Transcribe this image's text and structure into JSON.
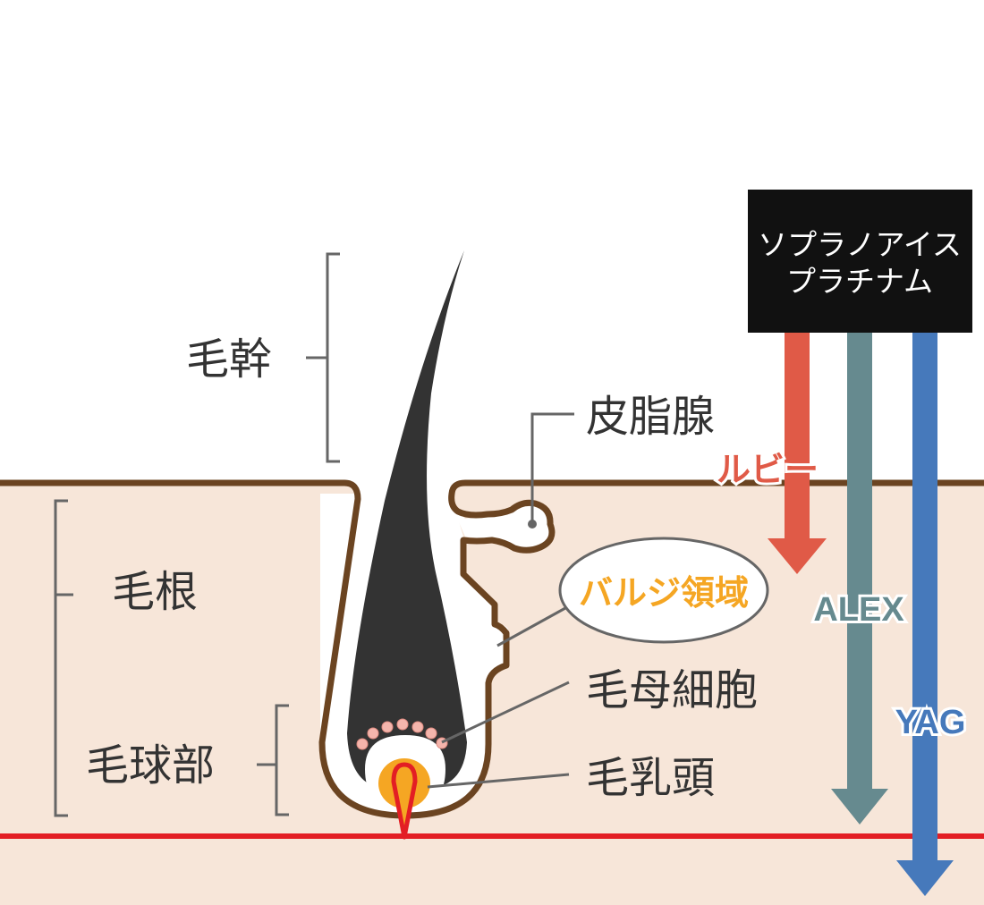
{
  "labels": {
    "hair_shaft": "毛幹",
    "sebaceous_gland": "皮脂腺",
    "hair_root": "毛根",
    "bulge_region": "バルジ領域",
    "hair_matrix_cells": "毛母細胞",
    "hair_bulb": "毛球部",
    "dermal_papilla": "毛乳頭"
  },
  "device_box": {
    "line1": "ソプラノアイス",
    "line2": "プラチナム"
  },
  "lasers": [
    {
      "name": "ルビー",
      "color": "#e05a47"
    },
    {
      "name": "ALEX",
      "color": "#668a8f"
    },
    {
      "name": "YAG",
      "color": "#4679bb"
    }
  ],
  "colors": {
    "skin": "#f7e6d9",
    "skin_outline": "#6b4421",
    "hair": "#333333",
    "bracket": "#666666",
    "blood_vessel": "#e31e24",
    "papilla_outer": "#f5a623",
    "matrix_cells": "#f4b5ac",
    "bulge_text": "#f5a623",
    "device_box_bg": "#111111"
  }
}
